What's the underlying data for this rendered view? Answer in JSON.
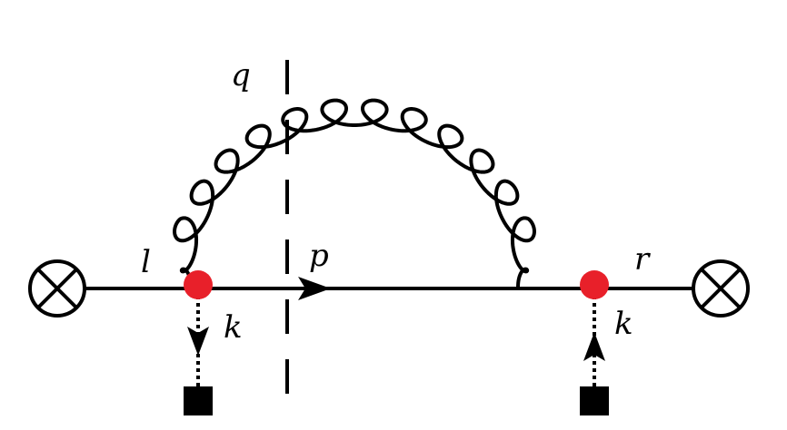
{
  "diagram": {
    "labels": {
      "q": "q",
      "l": "l",
      "p": "p",
      "r": "r",
      "k_left": "k",
      "k_right": "k"
    },
    "colors": {
      "line": "#000000",
      "vertex": "#e8202a",
      "background": "#ffffff"
    },
    "icons": {
      "external_vertex": "circled-cross-icon",
      "source": "filled-square-icon"
    }
  }
}
